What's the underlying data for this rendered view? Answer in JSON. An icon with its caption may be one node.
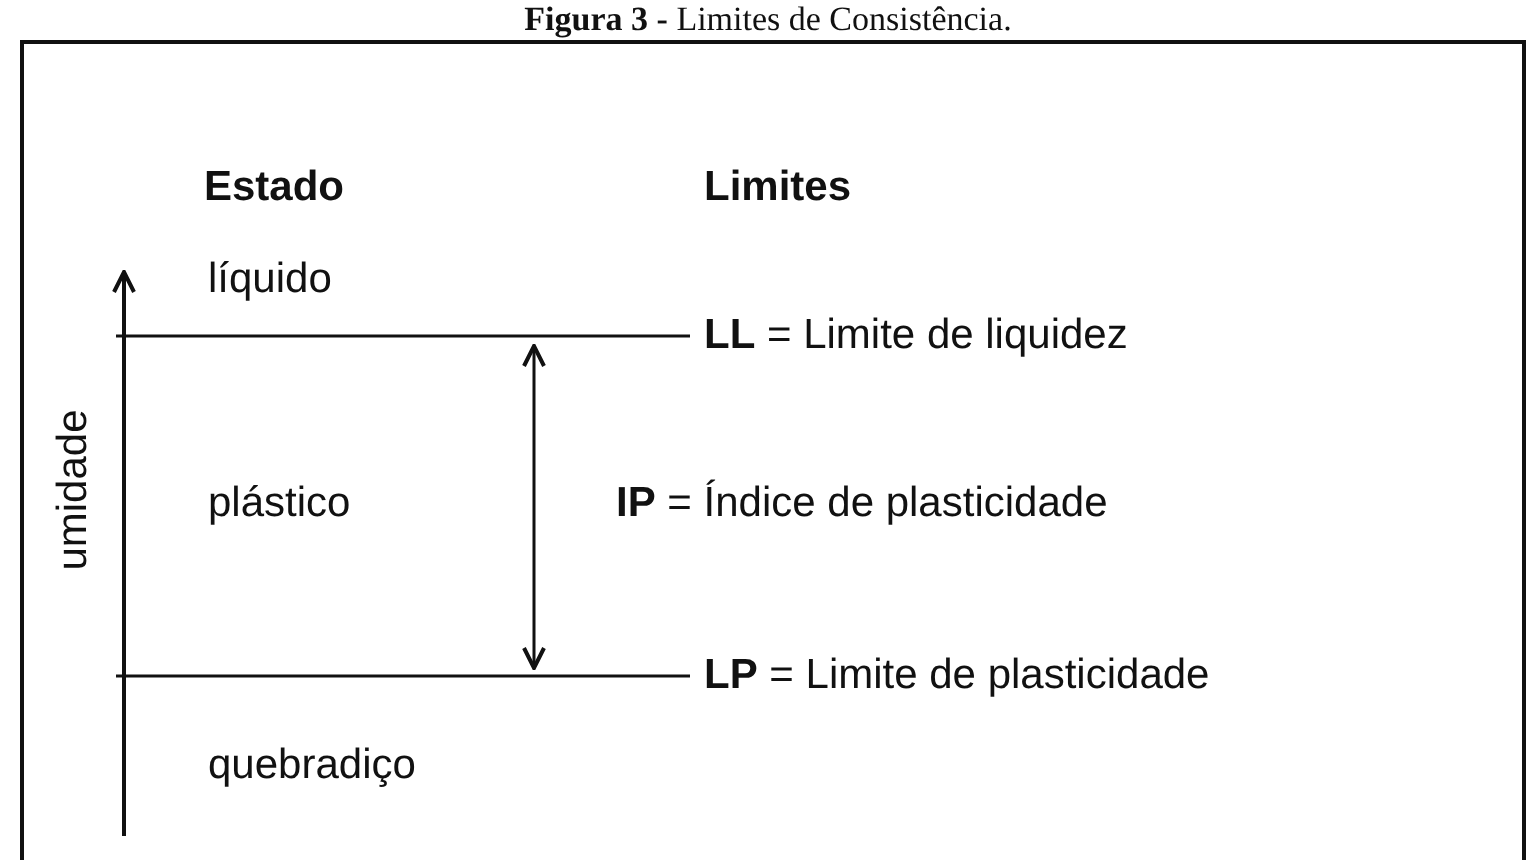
{
  "diagram": {
    "title": "**Figura 3 -** Limites de Consistência.",
    "labels": [
      "Estado",
      "Limites",
      "líquido",
      "**LL** = Limite de liquidez",
      "umidade",
      "plástico",
      "**IP** = Índice de plasticidade",
      "**LP** = Limite de plasticidade",
      "quebradiço"
    ]
  }
}
